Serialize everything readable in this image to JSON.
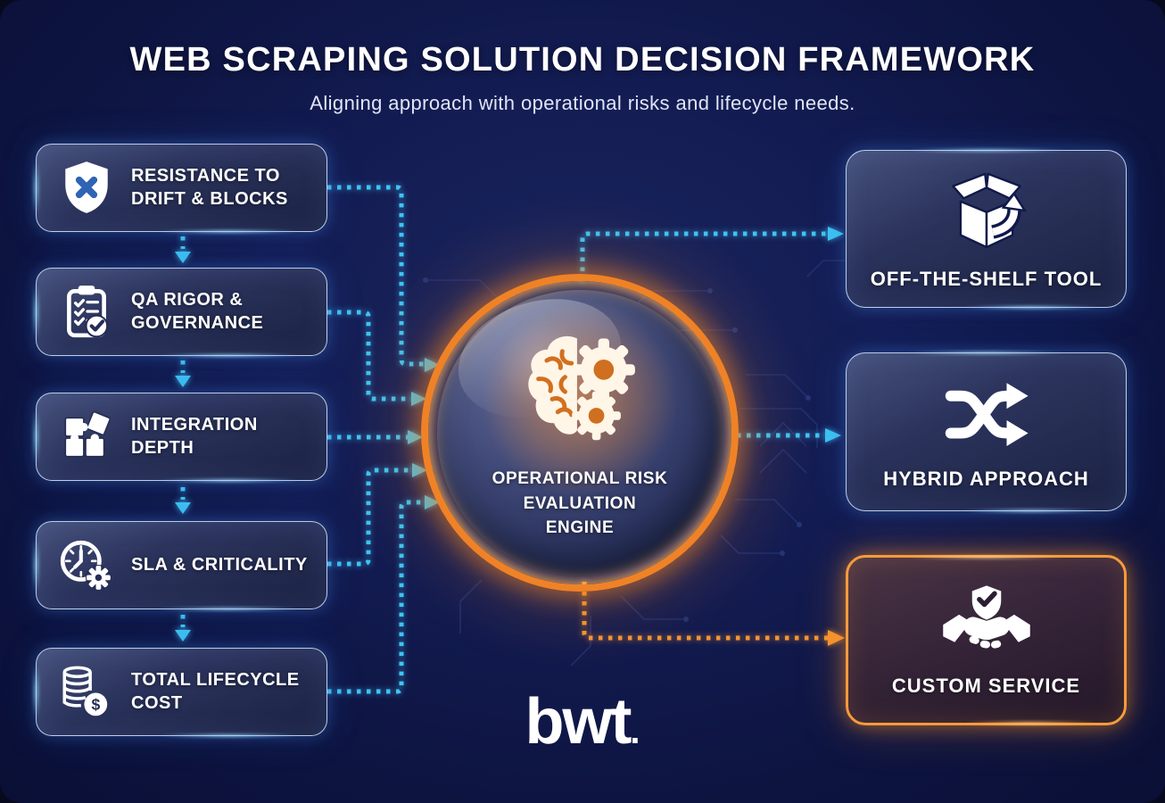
{
  "header": {
    "title": "WEB SCRAPING SOLUTION DECISION FRAMEWORK",
    "subtitle": "Aligning approach with operational risks and lifecycle needs."
  },
  "inputs": [
    {
      "label": "RESISTANCE TO DRIFT & BLOCKS",
      "icon": "shield-x-icon"
    },
    {
      "label": "QA RIGOR & GOVERNANCE",
      "icon": "clipboard-checklist-icon"
    },
    {
      "label": "INTEGRATION DEPTH",
      "icon": "puzzle-pieces-icon"
    },
    {
      "label": "SLA & CRITICALITY",
      "icon": "clock-gear-icon"
    },
    {
      "label": "TOTAL LIFECYCLE COST",
      "icon": "coin-stack-dollar-icon"
    }
  ],
  "engine": {
    "lines": [
      "OPERATIONAL RISK",
      "EVALUATION",
      "ENGINE"
    ],
    "icon": "brain-gears-icon"
  },
  "outcomes": [
    {
      "label": "OFF-THE-SHELF TOOL",
      "icon": "open-box-arrow-icon",
      "highlight": false
    },
    {
      "label": "HYBRID APPROACH",
      "icon": "shuffle-arrows-icon",
      "highlight": false
    },
    {
      "label": "CUSTOM SERVICE",
      "icon": "handshake-shield-icon",
      "highlight": true
    }
  ],
  "logo": {
    "text": "bwt",
    "dot": "."
  },
  "colors": {
    "background": "#101a4a",
    "accent_cyan": "#3ec4f3",
    "accent_orange": "#f5952f",
    "card_border": "#d6e8ff",
    "highlight_border": "#f79b3c",
    "engine_ring": "#ef8226"
  }
}
